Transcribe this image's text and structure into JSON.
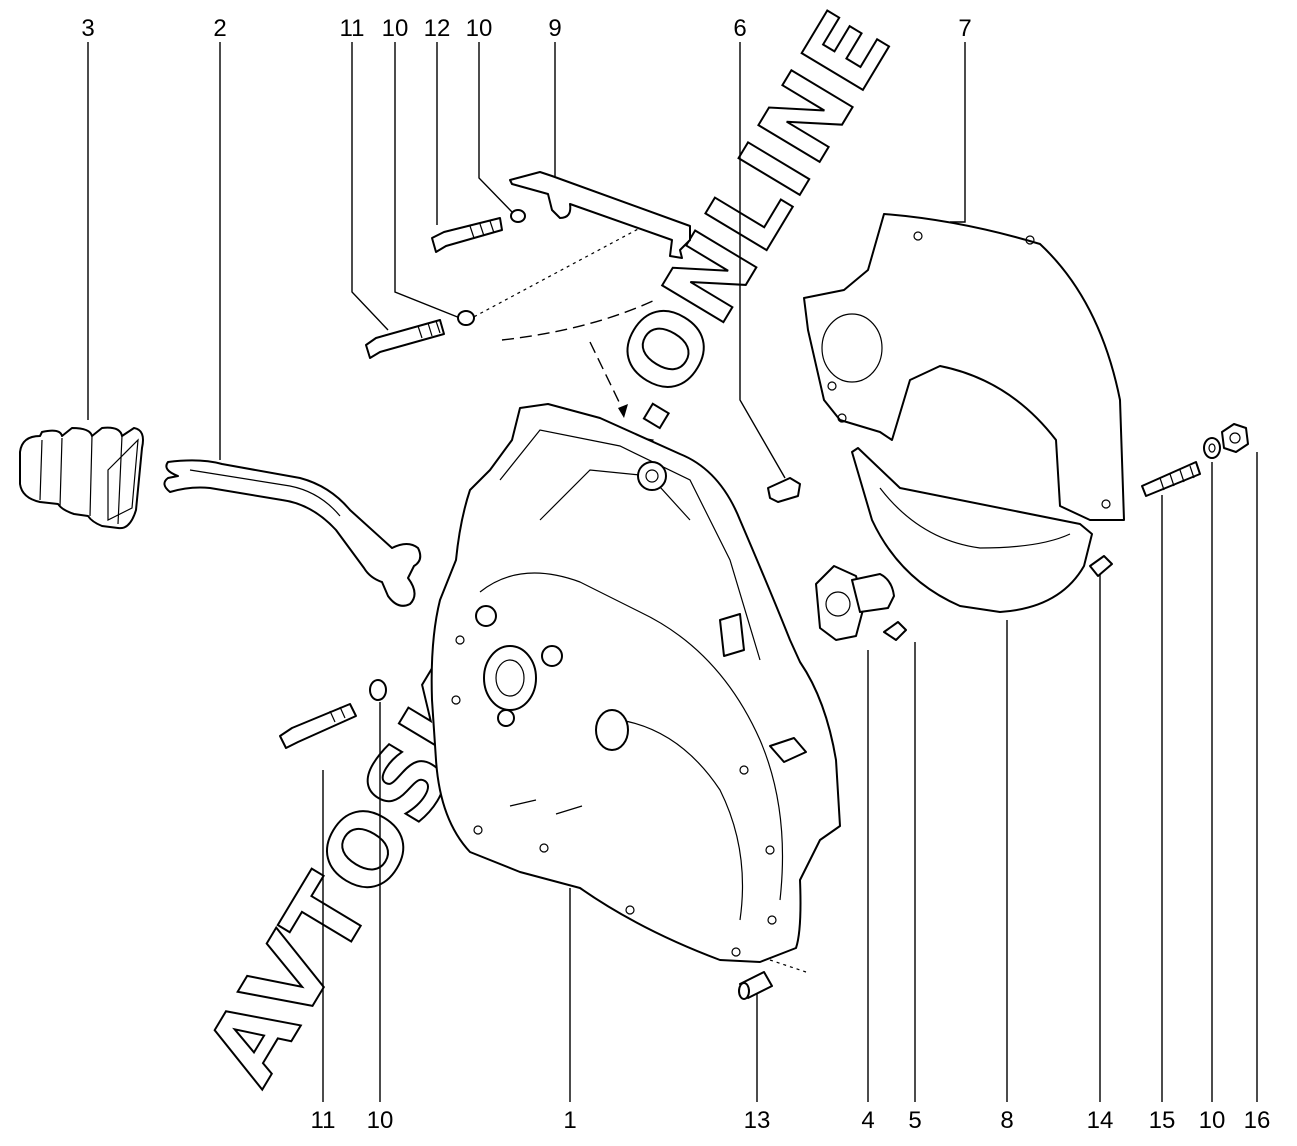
{
  "callouts_top": [
    "3",
    "2",
    "11",
    "10",
    "12",
    "10",
    "9",
    "6",
    "7"
  ],
  "callouts_bottom": [
    "11",
    "10",
    "1",
    "13",
    "4",
    "5",
    "8",
    "14",
    "15",
    "10",
    "16"
  ],
  "watermark": "AVTOSKAZKA.ONLINE"
}
